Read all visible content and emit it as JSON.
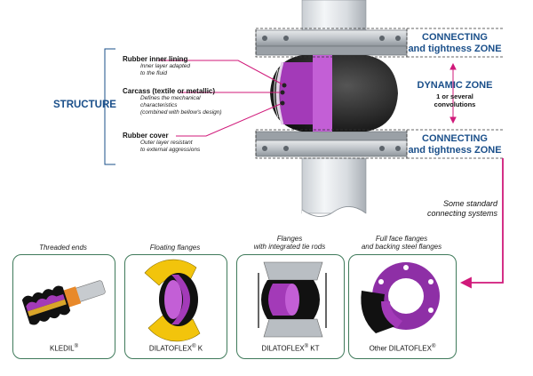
{
  "zones": {
    "connecting_top": "CONNECTING\nand tightness ZONE",
    "dynamic_title": "DYNAMIC ZONE",
    "dynamic_sub": "1 or several\nconvolutions",
    "connecting_bottom": "CONNECTING\nand tightness ZONE"
  },
  "structure": {
    "title": "STRUCTURE",
    "items": [
      {
        "name": "Rubber inner lining",
        "desc": "Inner layer adapted\nto the fluid"
      },
      {
        "name": "Carcass (textile or metallic)",
        "desc": "Defines the mechanical\ncharacteristics\n(combined with bellow's design)"
      },
      {
        "name": "Rubber cover",
        "desc": "Outer layer resistant\nto external aggressions"
      }
    ]
  },
  "systems_note": "Some standard\nconnecting systems",
  "cards": [
    {
      "title": "Threaded ends",
      "name": "KLEDIL",
      "suffix": ""
    },
    {
      "title": "Floating flanges",
      "name": "DILATOFLEX",
      "suffix": " K"
    },
    {
      "title": "Flanges\nwith integrated tie rods",
      "name": "DILATOFLEX",
      "suffix": " KT"
    },
    {
      "title": "Full face flanges\nand backing steel flanges",
      "name": "Other DILATOFLEX",
      "suffix": ""
    }
  ],
  "reg_mark": "®",
  "colors": {
    "accent_blue": "#1a4f8a",
    "magenta": "#d0197a",
    "purple": "#a33ab8",
    "card_border": "#3f7a5a"
  }
}
